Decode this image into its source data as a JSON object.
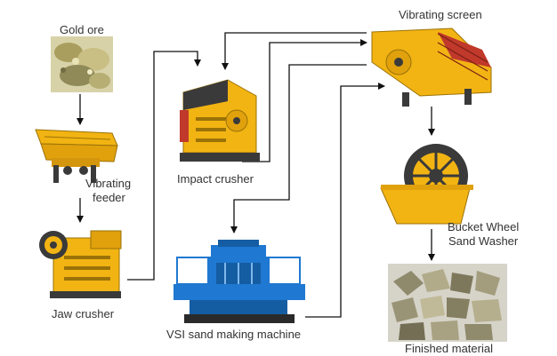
{
  "diagram": {
    "nodes": {
      "gold_ore": {
        "label": "Gold ore"
      },
      "vibrating_feeder": {
        "label_line1": "Vibrating",
        "label_line2": "feeder"
      },
      "jaw_crusher": {
        "label": "Jaw crusher"
      },
      "impact_crusher": {
        "label": "Impact crusher"
      },
      "vsi": {
        "label": "VSI sand making machine"
      },
      "vibrating_screen": {
        "label": "Vibrating screen"
      },
      "sand_washer": {
        "label_line1": "Bucket Wheel",
        "label_line2": "Sand Washer"
      },
      "finished": {
        "label": "Finished material"
      }
    },
    "edges": [
      {
        "from": "Gold ore",
        "to": "Vibrating feeder"
      },
      {
        "from": "Vibrating feeder",
        "to": "Jaw crusher"
      },
      {
        "from": "Jaw crusher",
        "to": "Impact crusher"
      },
      {
        "from": "Impact crusher",
        "to": "Vibrating screen"
      },
      {
        "from": "Vibrating screen",
        "to": "Impact crusher"
      },
      {
        "from": "Vibrating screen",
        "to": "VSI sand making machine"
      },
      {
        "from": "VSI sand making machine",
        "to": "Vibrating screen"
      },
      {
        "from": "Vibrating screen",
        "to": "Bucket Wheel Sand Washer"
      },
      {
        "from": "Bucket Wheel Sand Washer",
        "to": "Finished material"
      }
    ]
  },
  "colors": {
    "machine_yellow": "#f2b413",
    "machine_dark": "#3a3a3a",
    "vsi_blue": "#1f78d1",
    "screen_red": "#c0392b",
    "ore_green": "#b9b07a",
    "arrow": "#111111"
  }
}
